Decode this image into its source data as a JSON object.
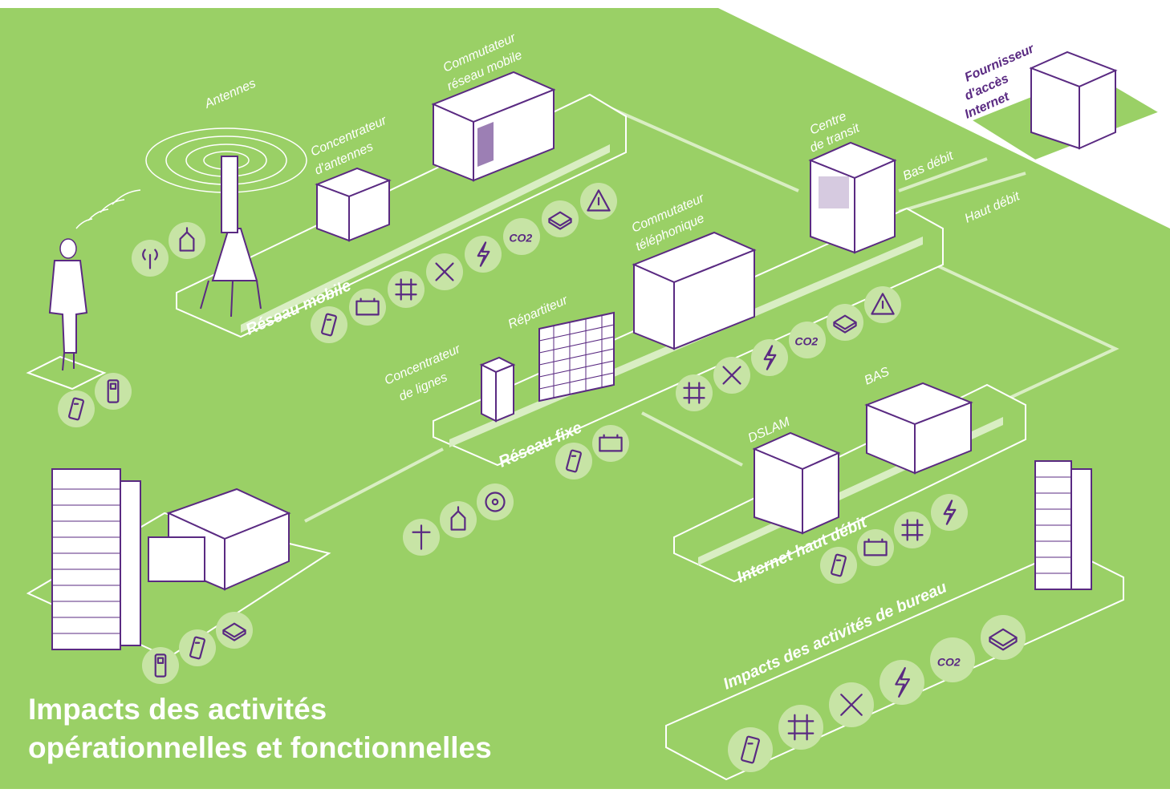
{
  "labels": {
    "antennes": "Antennes",
    "concentrateur_antennes_1": "Concentrateur",
    "concentrateur_antennes_2": "d'antennes",
    "commutateur_mobile_1": "Commutateur",
    "commutateur_mobile_2": "réseau mobile",
    "fournisseur_1": "Fournisseur",
    "fournisseur_2": "d'accès",
    "fournisseur_3": "Internet",
    "centre_transit_1": "Centre",
    "centre_transit_2": "de transit",
    "bas_debit": "Bas débit",
    "haut_debit": "Haut débit",
    "commutateur_tel_1": "Commutateur",
    "commutateur_tel_2": "téléphonique",
    "repartiteur": "Répartiteur",
    "concentrateur_lignes_1": "Concentrateur",
    "concentrateur_lignes_2": "de lignes",
    "dslam": "DSLAM",
    "bas": "BAS",
    "reseau_mobile": "Réseau mobile",
    "reseau_fixe": "Réseau fixe",
    "internet_haut_debit": "Internet haut débit",
    "impacts_bureau": "Impacts des activités de bureau",
    "co2": "CO2"
  },
  "title": {
    "line1": "Impacts des activités",
    "line2": "opérationnelles et fonctionnelles"
  },
  "colors": {
    "background_green": "#9ad066",
    "purple": "#5a2a82",
    "icon_circle": "#c7e4a5",
    "white": "#ffffff"
  },
  "icons": {
    "reseau_mobile": [
      "battery-icon",
      "car-battery-icon",
      "circuit-icon",
      "cross-icon",
      "lightning-icon",
      "co2-icon",
      "paper-stack-icon",
      "warning-icon"
    ],
    "reseau_fixe": [
      "circuit-icon",
      "cross-icon",
      "lightning-icon",
      "co2-icon",
      "paper-stack-icon",
      "warning-icon"
    ],
    "internet": [
      "battery-icon",
      "car-battery-icon",
      "circuit-icon",
      "lightning-icon"
    ],
    "bureau": [
      "battery-icon",
      "circuit-icon",
      "cross-icon",
      "lightning-icon",
      "co2-icon",
      "paper-stack-icon"
    ]
  }
}
